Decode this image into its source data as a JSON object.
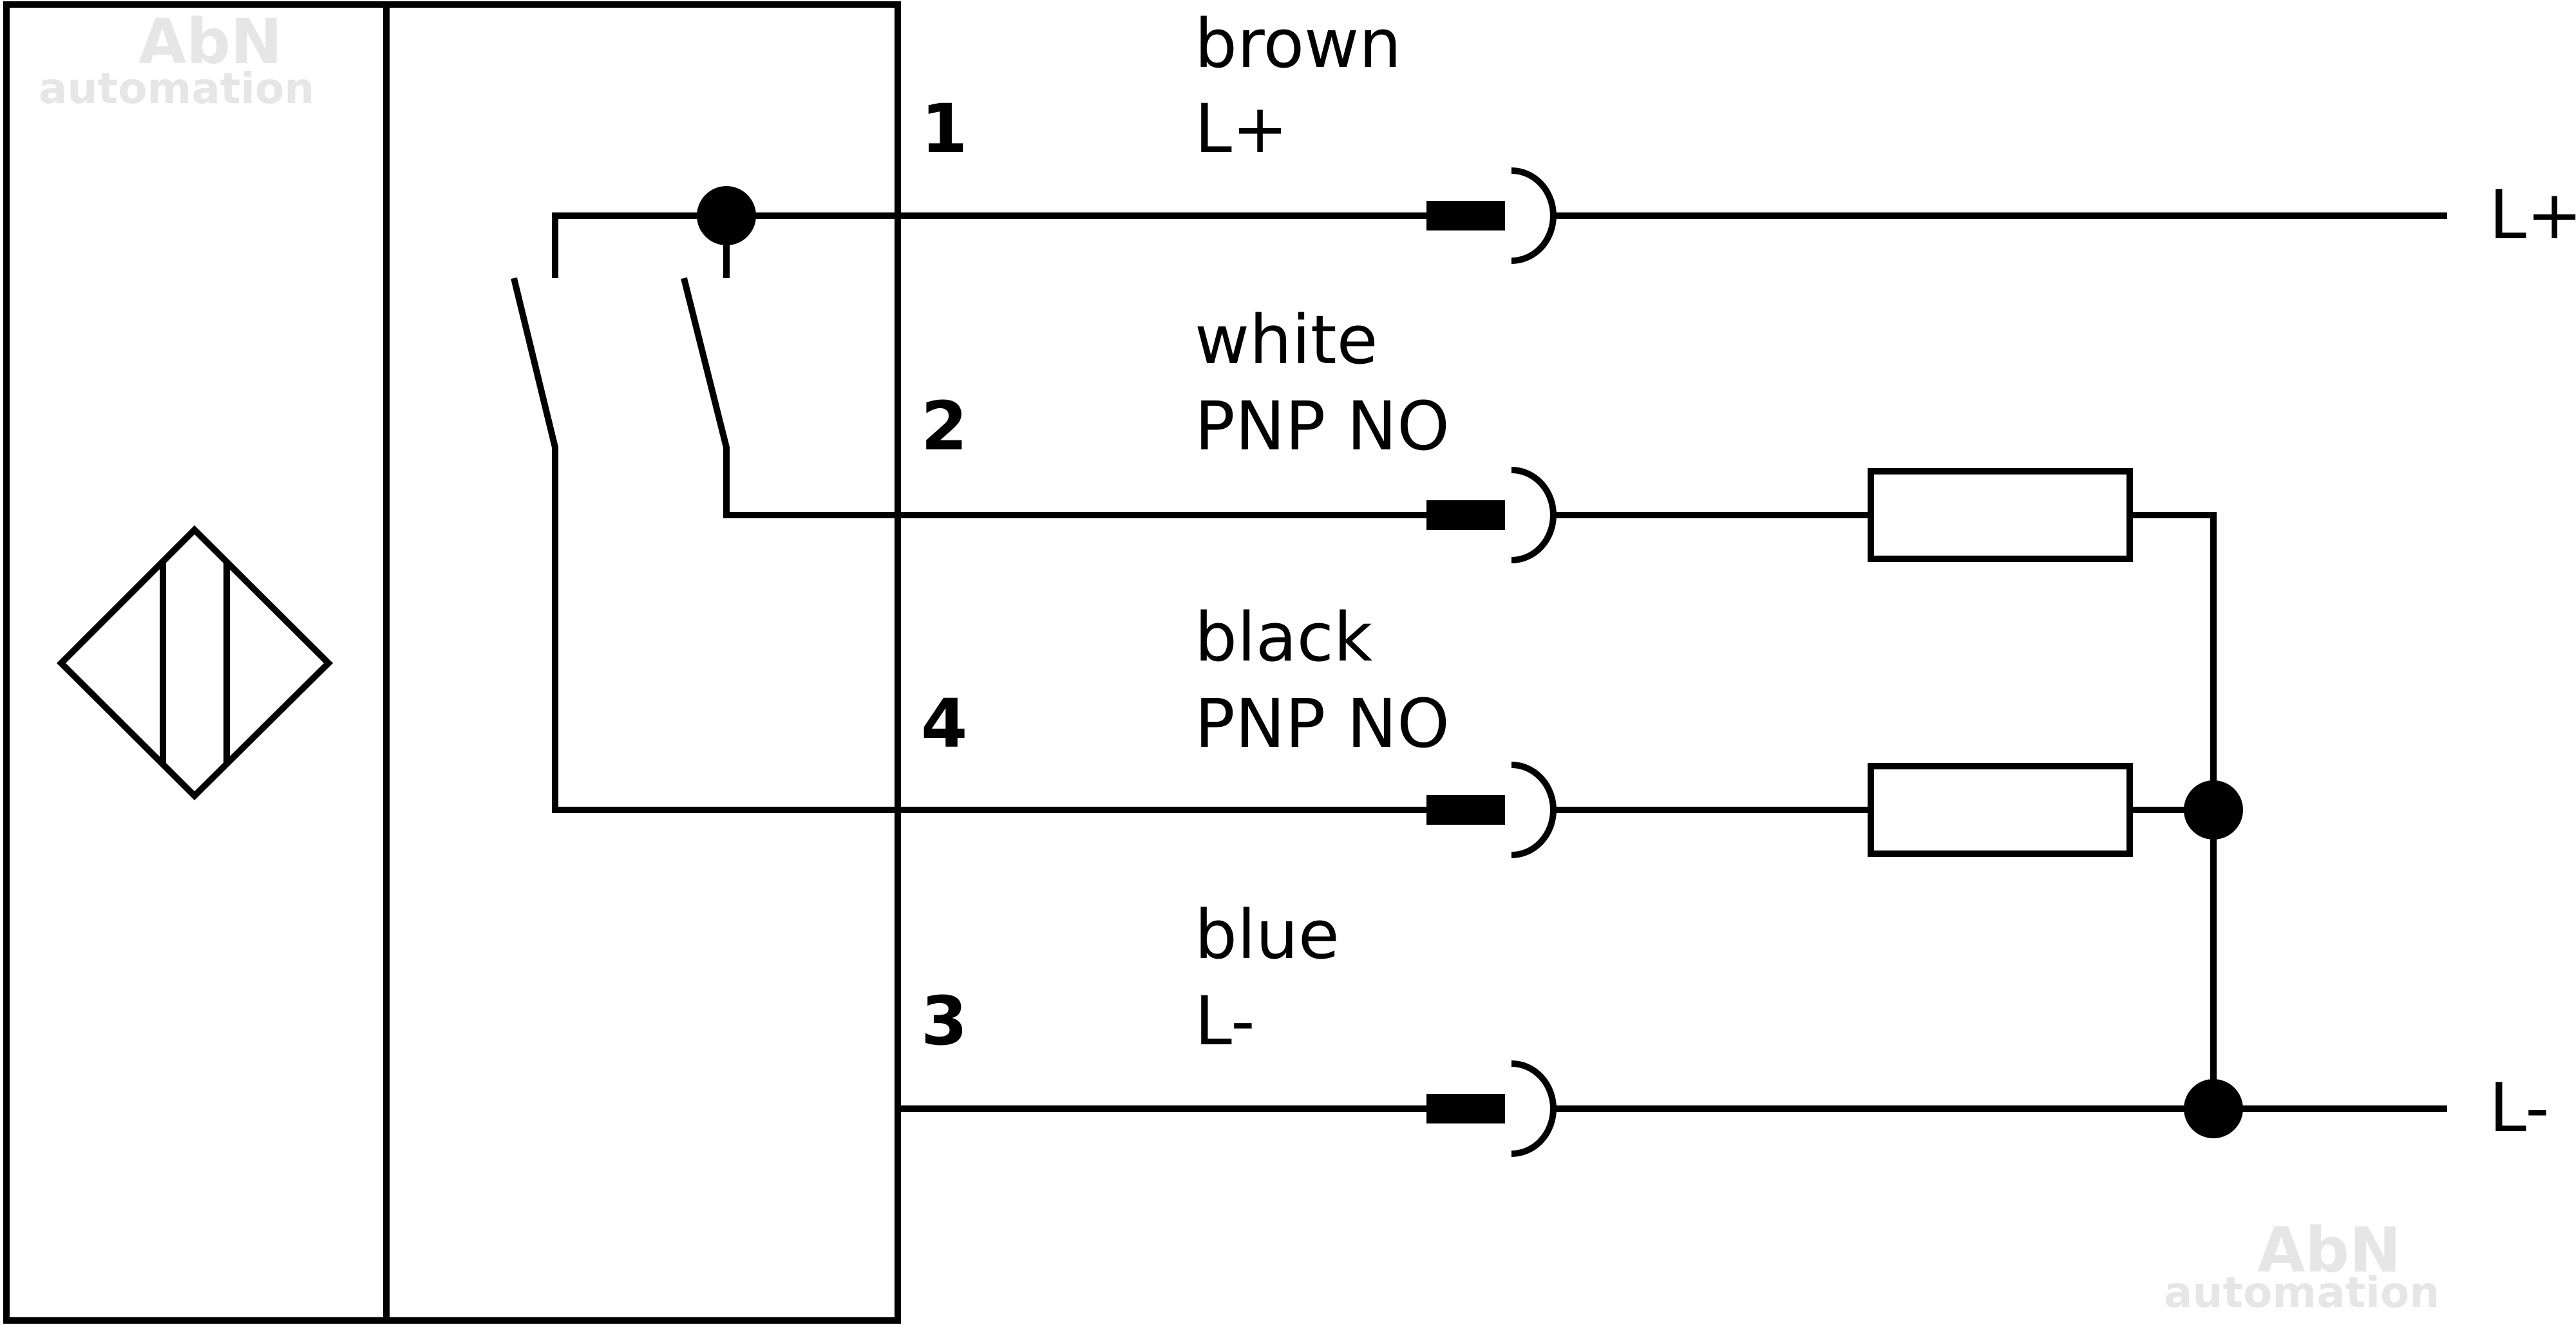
{
  "diagram": {
    "title": "PNP NO/NO sensor wiring diagram",
    "watermark": {
      "brand": "AbN",
      "subtitle": "automation"
    },
    "wires": [
      {
        "pin": "1",
        "color": "brown",
        "function": "L+"
      },
      {
        "pin": "2",
        "color": "white",
        "function": "PNP NO"
      },
      {
        "pin": "4",
        "color": "black",
        "function": "PNP NO"
      },
      {
        "pin": "3",
        "color": "blue",
        "function": "L-"
      }
    ],
    "rails": {
      "positive": "L+",
      "negative": "L-"
    },
    "colors": {
      "line": "#000000",
      "background": "#ffffff",
      "watermark": "#e6e6e6"
    }
  }
}
